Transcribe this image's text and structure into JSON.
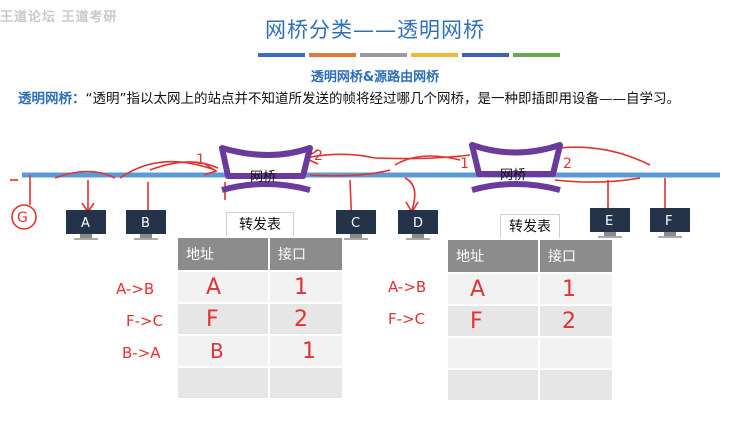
{
  "header": {
    "watermark": "王道论坛 王道考研",
    "title": "网桥分类——透明网桥",
    "subtitle": "透明网桥&源路由网桥",
    "colorbar": [
      "#3a6fbf",
      "#e07a3a",
      "#9a9a9a",
      "#f2b83a",
      "#3f62b8",
      "#6aa84f"
    ]
  },
  "description": {
    "label": "透明网桥：",
    "text": "“透明”指以太网上的站点并不知道所发送的帧将经过哪几个网桥，是一种即插即用设备——自学习。"
  },
  "network": {
    "bridges": [
      {
        "label": "网桥"
      },
      {
        "label": "网桥"
      }
    ],
    "hosts": [
      "A",
      "B",
      "C",
      "D",
      "E",
      "F"
    ],
    "bridge_ports": [
      "1",
      "2",
      "1",
      "2"
    ],
    "annotations": [
      "G"
    ]
  },
  "tables": [
    {
      "title": "转发表",
      "headers": [
        "地址",
        "接口"
      ],
      "rows": [
        [
          "A",
          "1"
        ],
        [
          "F",
          "2"
        ],
        [
          "B",
          "1"
        ],
        [
          "",
          ""
        ]
      ],
      "notes": [
        "A->B",
        "F->C",
        "B->A"
      ]
    },
    {
      "title": "转发表",
      "headers": [
        "地址",
        "接口"
      ],
      "rows": [
        [
          "A",
          "1"
        ],
        [
          "F",
          "2"
        ],
        [
          "",
          ""
        ],
        [
          "",
          ""
        ]
      ],
      "notes": [
        "A->B",
        "F->C"
      ]
    }
  ],
  "colors": {
    "title": "#2f6fba",
    "ink": "#e23232",
    "bridge": "#6a3a9c",
    "bus": "#5b9bd5"
  }
}
